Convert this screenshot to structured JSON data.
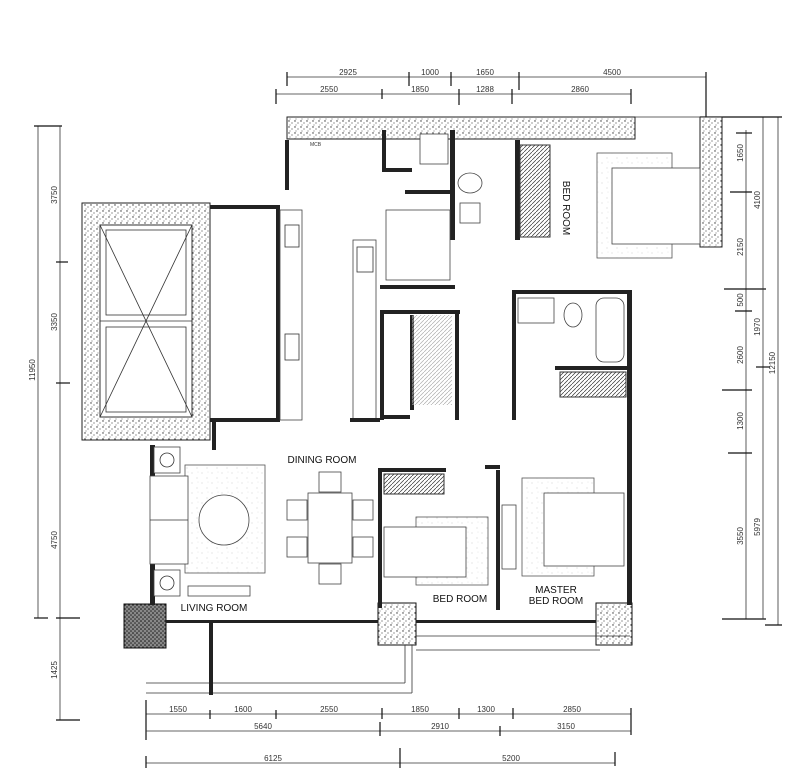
{
  "rooms": {
    "dining": "DINING ROOM",
    "living": "LIVING ROOM",
    "bed_1": "BED ROOM",
    "bed_2": "BED ROOM",
    "master_1": "MASTER",
    "master_2": "BED ROOM",
    "mcb": "MCB"
  },
  "dimensions": {
    "top_row_1": [
      "2925",
      "1000",
      "1650",
      "4500"
    ],
    "top_row_2": [
      "2550",
      "1850",
      "1288",
      "2860"
    ],
    "left_total": "11950",
    "left_segments": [
      "3750",
      "3350",
      "4750",
      "1425"
    ],
    "right_segments": [
      "1650",
      "2150",
      "500",
      "2600",
      "1300",
      "3550"
    ],
    "right_middle": [
      "4100",
      "1970",
      "5979"
    ],
    "right_total": "12150",
    "bottom_row_1": [
      "1550",
      "1600",
      "2550",
      "1850",
      "1300",
      "2850"
    ],
    "bottom_row_2": [
      "5640",
      "2910",
      "3150"
    ],
    "bottom_row_3": [
      "6125",
      "5200"
    ]
  }
}
